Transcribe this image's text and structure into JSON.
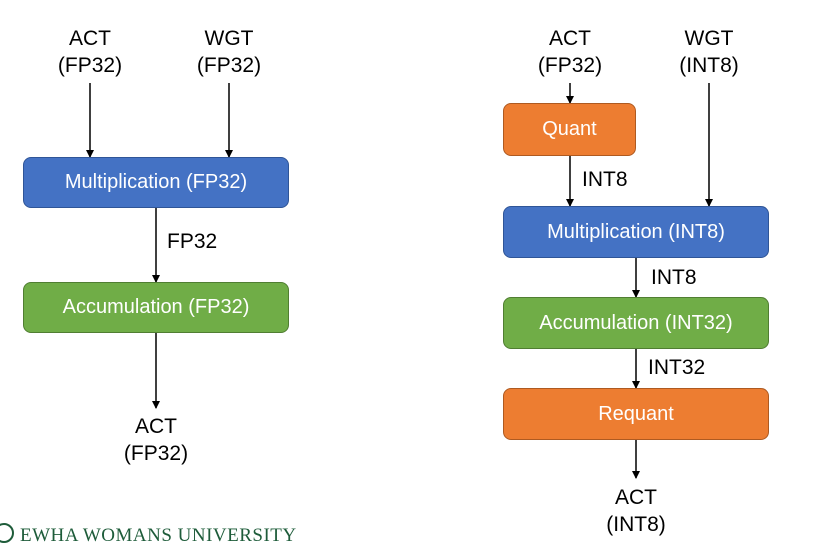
{
  "left": {
    "act_input_1": "ACT",
    "act_input_2": "(FP32)",
    "wgt_input_1": "WGT",
    "wgt_input_2": "(FP32)",
    "multiplication": "Multiplication (FP32)",
    "mult_to_acc": "FP32",
    "accumulation": "Accumulation (FP32)",
    "act_output_1": "ACT",
    "act_output_2": "(FP32)"
  },
  "right": {
    "act_input_1": "ACT",
    "act_input_2": "(FP32)",
    "wgt_input_1": "WGT",
    "wgt_input_2": "(INT8)",
    "quant": "Quant",
    "quant_to_mult": "INT8",
    "multiplication": "Multiplication (INT8)",
    "mult_to_acc": "INT8",
    "accumulation": "Accumulation (INT32)",
    "acc_to_requant": "INT32",
    "requant": "Requant",
    "act_output_1": "ACT",
    "act_output_2": "(INT8)"
  },
  "footer": {
    "text": "EWHA WOMANS UNIVERSITY"
  },
  "colors": {
    "blue": "#4472C4",
    "green": "#70AD47",
    "orange": "#ED7D31"
  }
}
